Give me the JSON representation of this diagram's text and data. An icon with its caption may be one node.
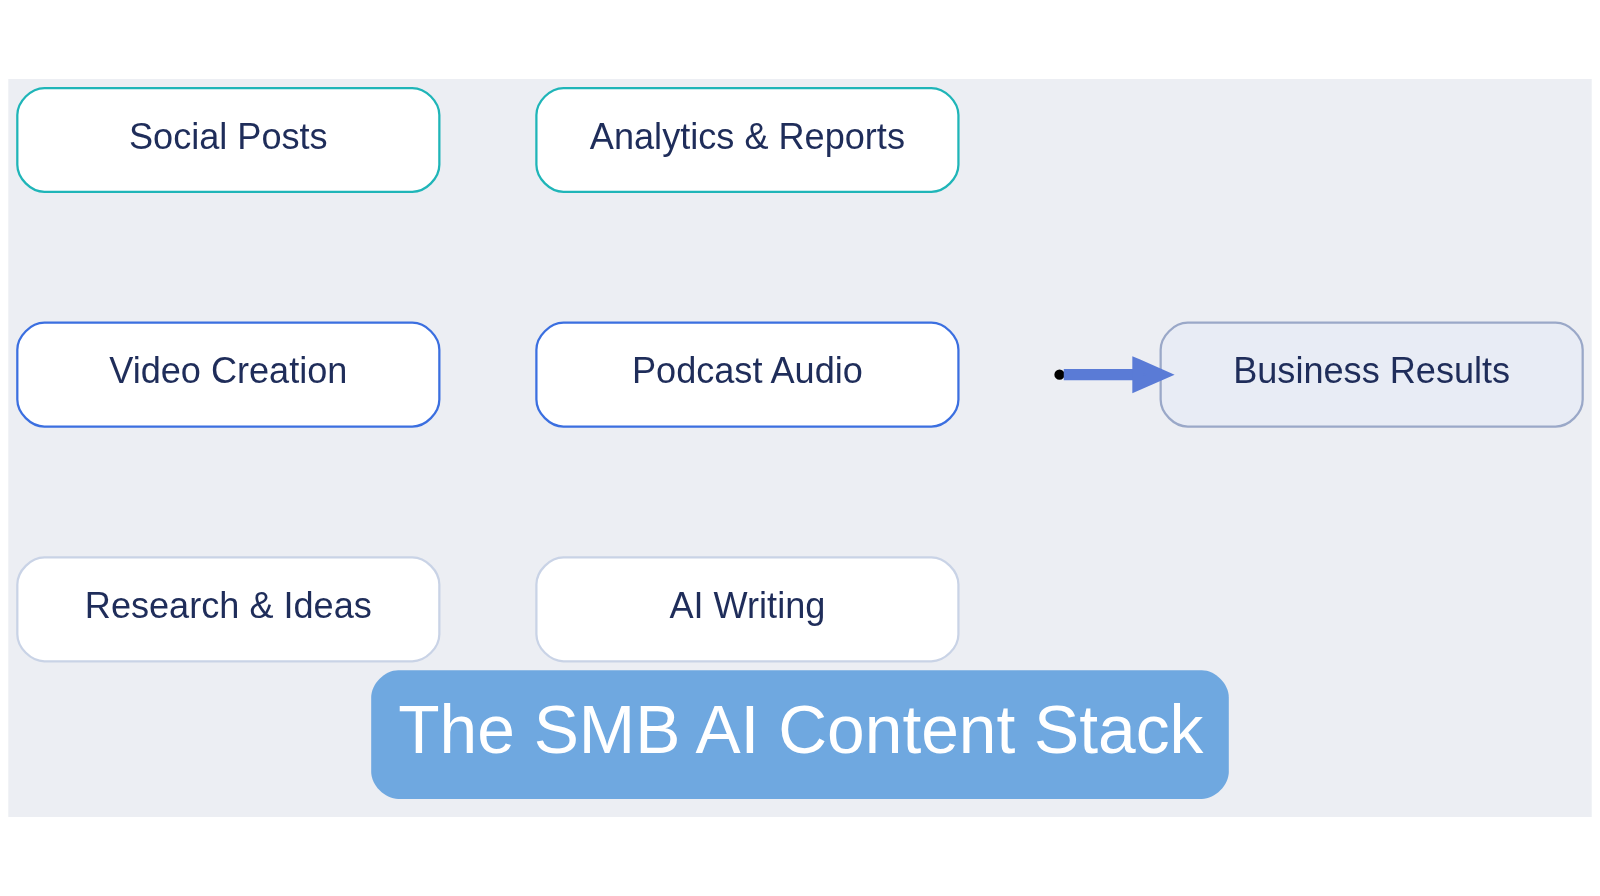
{
  "diagram": {
    "title": "The SMB AI Content Stack",
    "nodes": [
      {
        "text": [
          "Research & Ideas"
        ]
      },
      {
        "text": [
          "AI Writing"
        ]
      },
      {
        "text": [
          "Video Creation"
        ]
      },
      {
        "text": [
          "Podcast Audio"
        ]
      },
      {
        "text": [
          "Social Posts"
        ]
      },
      {
        "text": [
          "Analytics & Reports"
        ]
      },
      {
        "text": [
          "Business Results"
        ]
      }
    ],
    "edges": [
      {
        "from": null,
        "to": 6,
        "arrow": "to"
      }
    ]
  }
}
